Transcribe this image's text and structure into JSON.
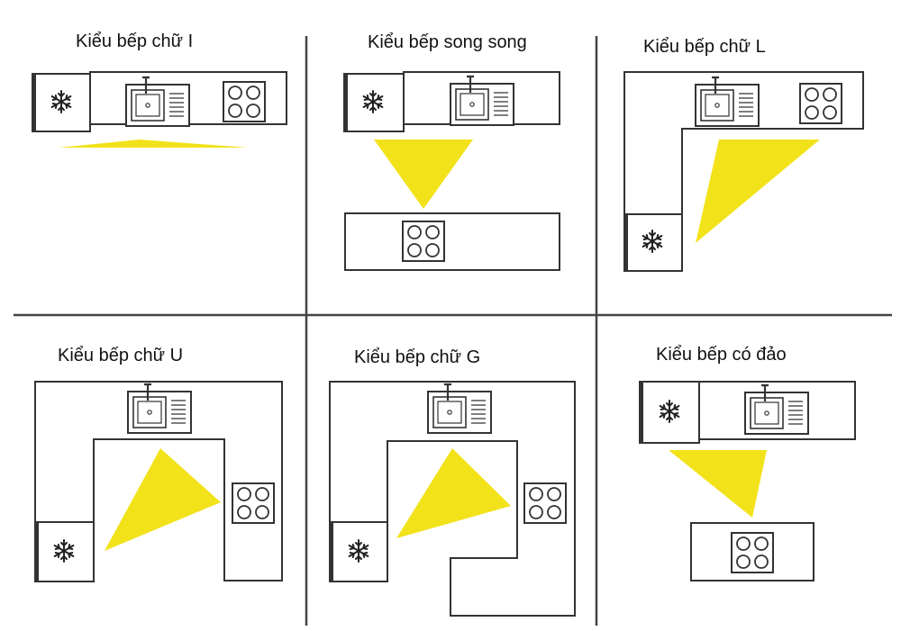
{
  "colors": {
    "work_triangle": "#f2e21a",
    "outline": "#333333",
    "divider": "#444444",
    "background": "#ffffff"
  },
  "panels": [
    {
      "key": "i",
      "label": "Kiểu bếp chữ I"
    },
    {
      "key": "parallel",
      "label": "Kiểu bếp song song"
    },
    {
      "key": "l",
      "label": "Kiểu bếp chữ L"
    },
    {
      "key": "u",
      "label": "Kiểu bếp chữ U"
    },
    {
      "key": "g",
      "label": "Kiểu bếp chữ G"
    },
    {
      "key": "island",
      "label": "Kiểu bếp có đảo"
    }
  ],
  "icons": {
    "fridge": "snowflake-icon",
    "sink": "sink-icon",
    "stove": "stove-icon"
  }
}
